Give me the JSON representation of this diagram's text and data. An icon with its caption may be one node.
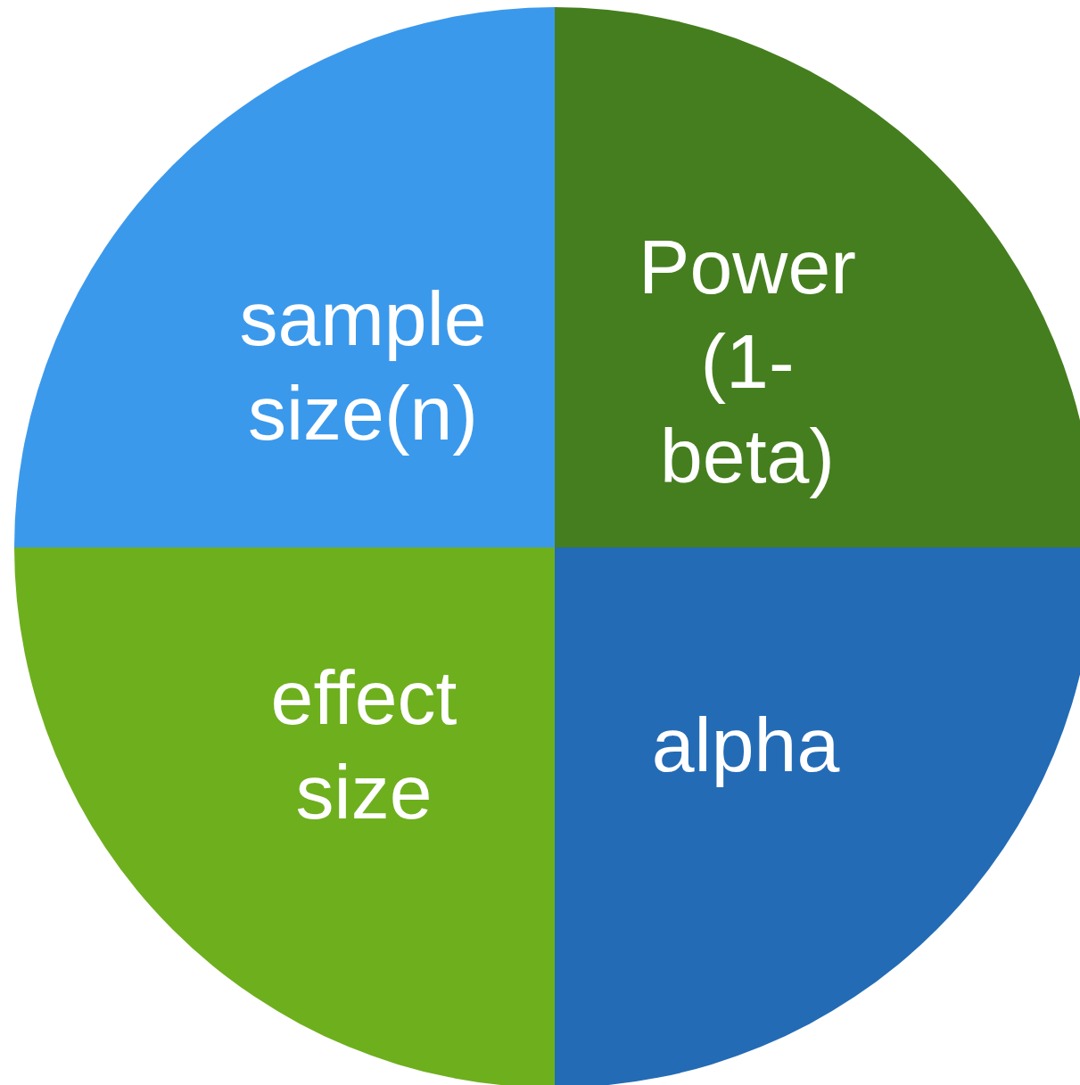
{
  "diagram": {
    "nodes": [
      {
        "text": [
          "sample size(n)"
        ]
      },
      {
        "text": [
          "Power (1- beta)"
        ]
      },
      {
        "text": [
          "effect size"
        ]
      },
      {
        "text": [
          "alpha"
        ]
      }
    ]
  }
}
